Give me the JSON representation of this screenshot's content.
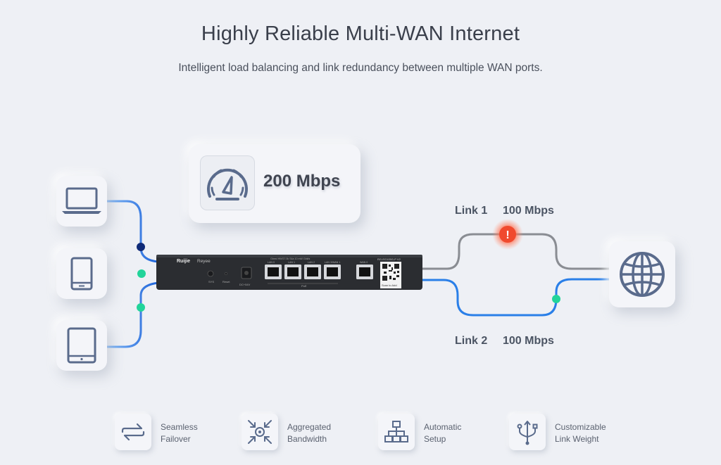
{
  "header": {
    "title": "Highly Reliable Multi-WAN Internet",
    "subtitle": "Intelligent load balancing and link redundancy between multiple WAN ports."
  },
  "speed_card": {
    "value": "200 Mbps",
    "icon": "speedometer-icon"
  },
  "devices": [
    {
      "name": "laptop",
      "icon": "laptop-icon"
    },
    {
      "name": "phone",
      "icon": "phone-icon"
    },
    {
      "name": "tablet",
      "icon": "tablet-icon"
    }
  ],
  "router": {
    "brand": "Ruijie",
    "series": "Reyee",
    "ports": [
      "LAN 0",
      "LAN 1",
      "LAN 2",
      "LAN 3/WAN 1",
      "WAN 0"
    ],
    "ports_title": "Gbest HWG7.0k S4a  10 mW  Gbit/s  ",
    "poe_label": "PoE",
    "model": "RG-EG105G-P V2",
    "scan_label": "Scan to Add",
    "sys_label": "SYS",
    "reset_label": "Reset",
    "power_label": "DC+54V"
  },
  "links": [
    {
      "name": "Link 1",
      "speed": "100 Mbps",
      "status": "failed",
      "color": "#8a8d93"
    },
    {
      "name": "Link 2",
      "speed": "100 Mbps",
      "status": "active",
      "color": "#1f6fe0"
    }
  ],
  "alert": {
    "symbol": "!",
    "color": "#f04a2e"
  },
  "internet": {
    "icon": "globe-icon"
  },
  "features": [
    {
      "line1": "Seamless",
      "line2": "Failover",
      "icon": "failover-arrows-icon"
    },
    {
      "line1": "Aggregated",
      "line2": "Bandwidth",
      "icon": "aggregate-arrows-icon"
    },
    {
      "line1": "Automatic",
      "line2": "Setup",
      "icon": "network-tree-icon"
    },
    {
      "line1": "Customizable",
      "line2": "Link Weight",
      "icon": "usb-branch-icon"
    }
  ],
  "colors": {
    "blue_line": "#3a8ef0",
    "dark_blue_dot": "#0f2a78",
    "green_dot": "#22d49a",
    "icon_stroke": "#5a6b8c"
  }
}
